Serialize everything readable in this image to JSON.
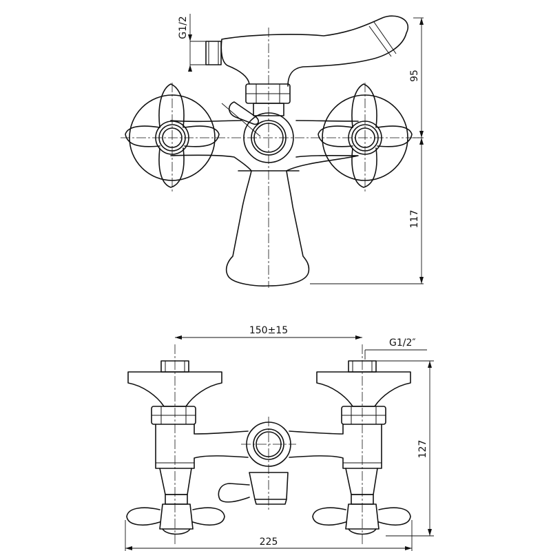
{
  "top_view": {
    "thread_label": "G1/2",
    "height_upper": "95",
    "height_lower": "117"
  },
  "front_view": {
    "centre_distance": "150±15",
    "thread_label": "G1/2″",
    "height": "127",
    "width": "225"
  }
}
